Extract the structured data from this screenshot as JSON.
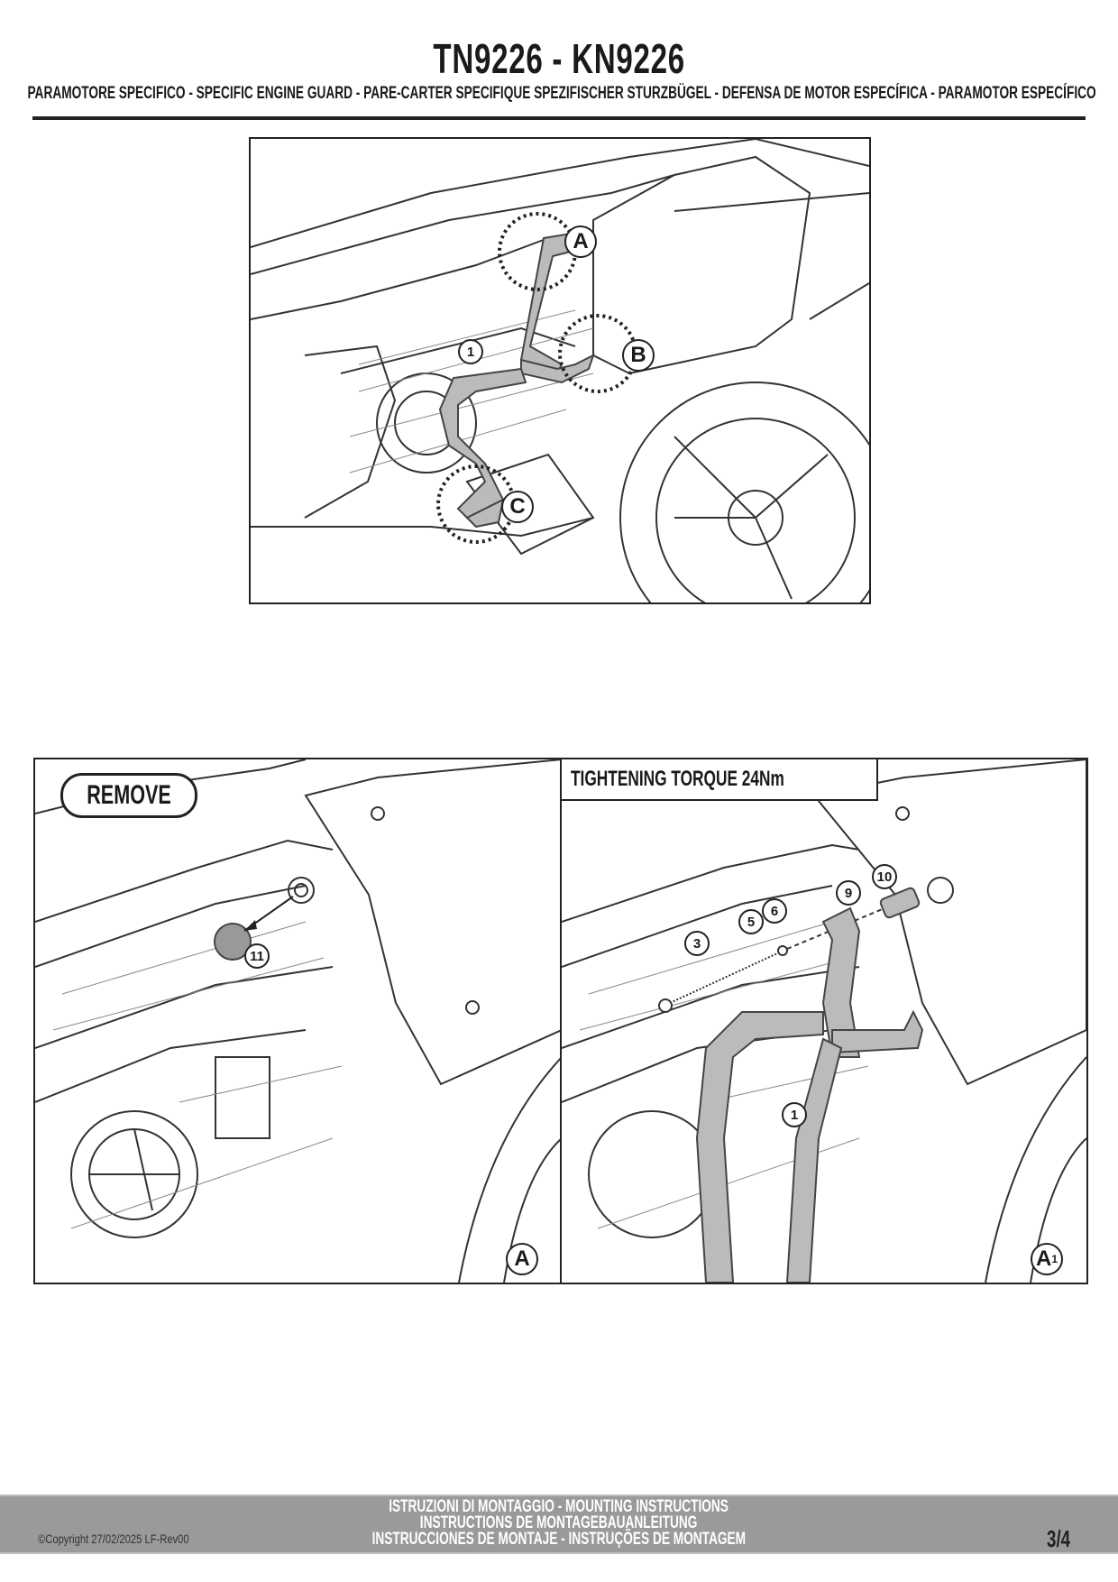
{
  "header": {
    "title": "TN9226 - KN9226",
    "subtitle": "PARAMOTORE SPECIFICO  -  SPECIFIC ENGINE GUARD - PARE-CARTER SPECIFIQUE SPEZIFISCHER STURZBÜGEL - DEFENSA DE MOTOR ESPECÍFICA - PARAMOTOR ESPECÍFICO"
  },
  "figure_overview": {
    "callouts": [
      "A",
      "B",
      "C"
    ],
    "part_number": "1"
  },
  "figure_a": {
    "remove_label": "REMOVE",
    "part_number": "11",
    "step_label": "A"
  },
  "figure_a1": {
    "torque_label": "TIGHTENING TORQUE 24Nm",
    "parts": [
      "3",
      "5",
      "6",
      "9",
      "10",
      "1"
    ],
    "step_label": "A",
    "step_sub": "1"
  },
  "footer": {
    "line1": "ISTRUZIONI DI MONTAGGIO  -  MOUNTING INSTRUCTIONS",
    "line2": "INSTRUCTIONS DE MONTAGEBAUANLEITUNG",
    "line3": "INSTRUCCIONES DE MONTAJE - INSTRUÇÕES DE MONTAGEM",
    "copyright": "©Copyright 27/02/2025 LF-Rev00",
    "page": "3/4"
  },
  "colors": {
    "guard": "#a8a8a8",
    "footer_bg": "#9a9a9a",
    "ink": "#1a1a1a"
  }
}
